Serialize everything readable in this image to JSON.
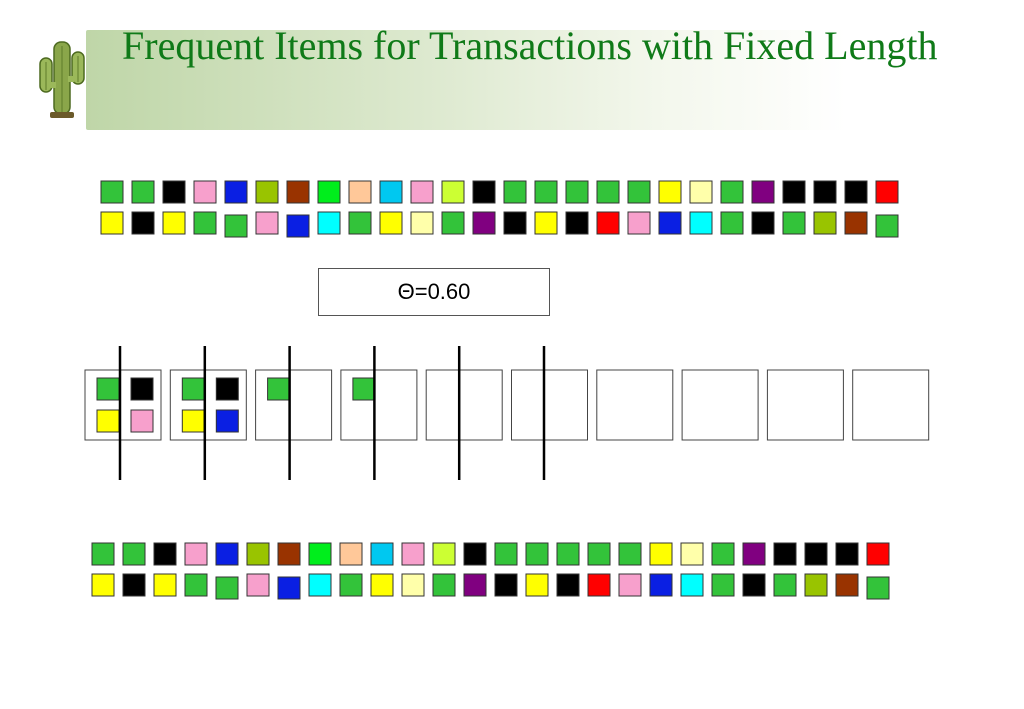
{
  "title": "Frequent Items for Transactions with Fixed Length",
  "threshold_label": "Θ=0.60",
  "colors": {
    "green": "#33c33a",
    "black": "#000000",
    "pink": "#f7a0cc",
    "blue": "#0a1fe3",
    "olive": "#99c400",
    "brown": "#993300",
    "lime": "#00ee1c",
    "peach": "#ffc899",
    "cyan": "#00c8f0",
    "yellow": "#ffff00",
    "yellowgreen": "#ccff33",
    "lightyellow": "#ffffaa",
    "purple": "#800080",
    "red": "#ff0000",
    "aqua": "#00ffff",
    "title_green": "#0f7a18"
  },
  "item_rows": [
    [
      "green",
      "green",
      "black",
      "pink",
      "blue",
      "olive",
      "brown",
      "lime",
      "peach",
      "cyan",
      "pink",
      "yellowgreen",
      "black",
      "green",
      "green",
      "green",
      "green",
      "green",
      "yellow",
      "lightyellow",
      "green",
      "purple",
      "black",
      "black",
      "black",
      "red"
    ],
    [
      "yellow",
      "black",
      "yellow",
      "green",
      "green",
      "pink",
      "blue",
      "aqua",
      "green",
      "yellow",
      "lightyellow",
      "green",
      "purple",
      "black",
      "yellow",
      "black",
      "red",
      "pink",
      "blue",
      "aqua",
      "green",
      "black",
      "green",
      "olive",
      "brown",
      "green"
    ]
  ],
  "bins": [
    {
      "items": [
        "green",
        "black",
        "yellow",
        "pink"
      ]
    },
    {
      "items": [
        "green",
        "black",
        "yellow",
        "blue"
      ]
    },
    {
      "items": [
        "green"
      ]
    },
    {
      "items": [
        "green"
      ]
    },
    {
      "items": []
    },
    {
      "items": []
    },
    {
      "items": []
    },
    {
      "items": []
    },
    {
      "items": []
    },
    {
      "items": []
    }
  ],
  "divider_count": 6
}
